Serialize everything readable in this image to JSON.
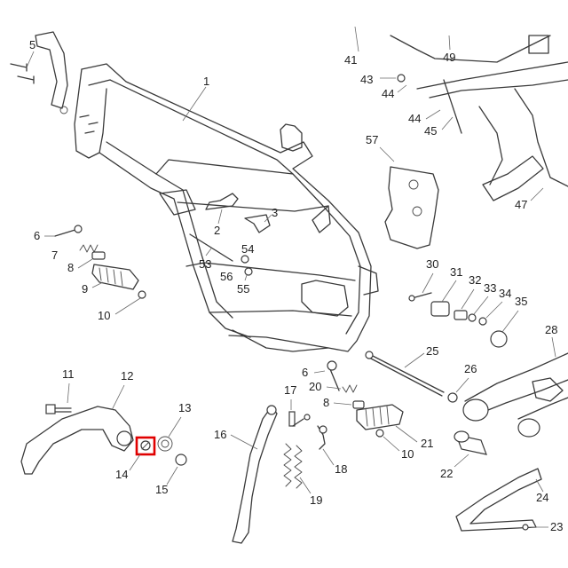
{
  "highlight_color": "#e00000",
  "labels": {
    "1": "1",
    "2": "2",
    "3": "3",
    "5": "5",
    "6": "6",
    "6b": "6",
    "7": "7",
    "8": "8",
    "8b": "8",
    "9": "9",
    "10": "10",
    "10b": "10",
    "11": "11",
    "12": "12",
    "13": "13",
    "14": "14",
    "15": "15",
    "16": "16",
    "17": "17",
    "18": "18",
    "19": "19",
    "20": "20",
    "21": "21",
    "22": "22",
    "23": "23",
    "24": "24",
    "25": "25",
    "26": "26",
    "28": "28",
    "30": "30",
    "31": "31",
    "32": "32",
    "33": "33",
    "34": "34",
    "35": "35",
    "41": "41",
    "43": "43",
    "44": "44",
    "44b": "44",
    "45": "45",
    "47": "47",
    "49": "49",
    "53": "53",
    "54": "54",
    "55": "55",
    "56": "56",
    "57": "57"
  },
  "highlighted_part": "14"
}
